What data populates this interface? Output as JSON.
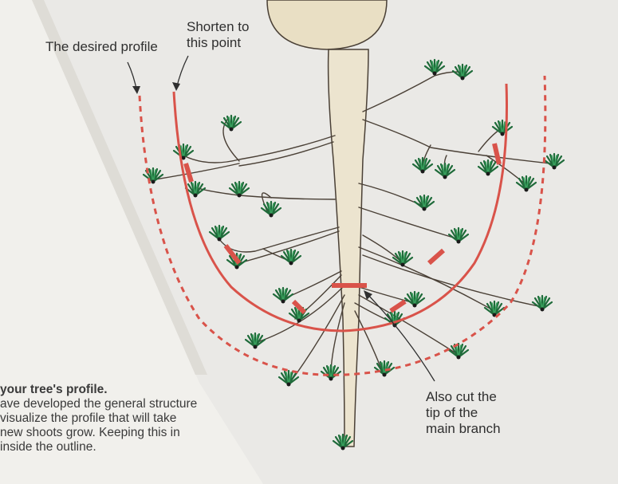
{
  "labels": {
    "desired_profile": "The desired profile",
    "shorten": [
      "Shorten to",
      "this point"
    ],
    "also_cut": [
      "Also cut the",
      "tip of the",
      "main branch"
    ]
  },
  "caption": {
    "title": "your tree's profile.",
    "body_lines": [
      "ave developed the general structure",
      " visualize the profile that will take",
      " new shoots grow. Keeping this in",
      "inside the outline."
    ]
  },
  "colors": {
    "profile_line": "#d9534a",
    "trunk_fill": "#ece4cf",
    "trunk_stroke": "#4a4036",
    "foliage": "#2e8b57",
    "page": "#eae9e6"
  }
}
